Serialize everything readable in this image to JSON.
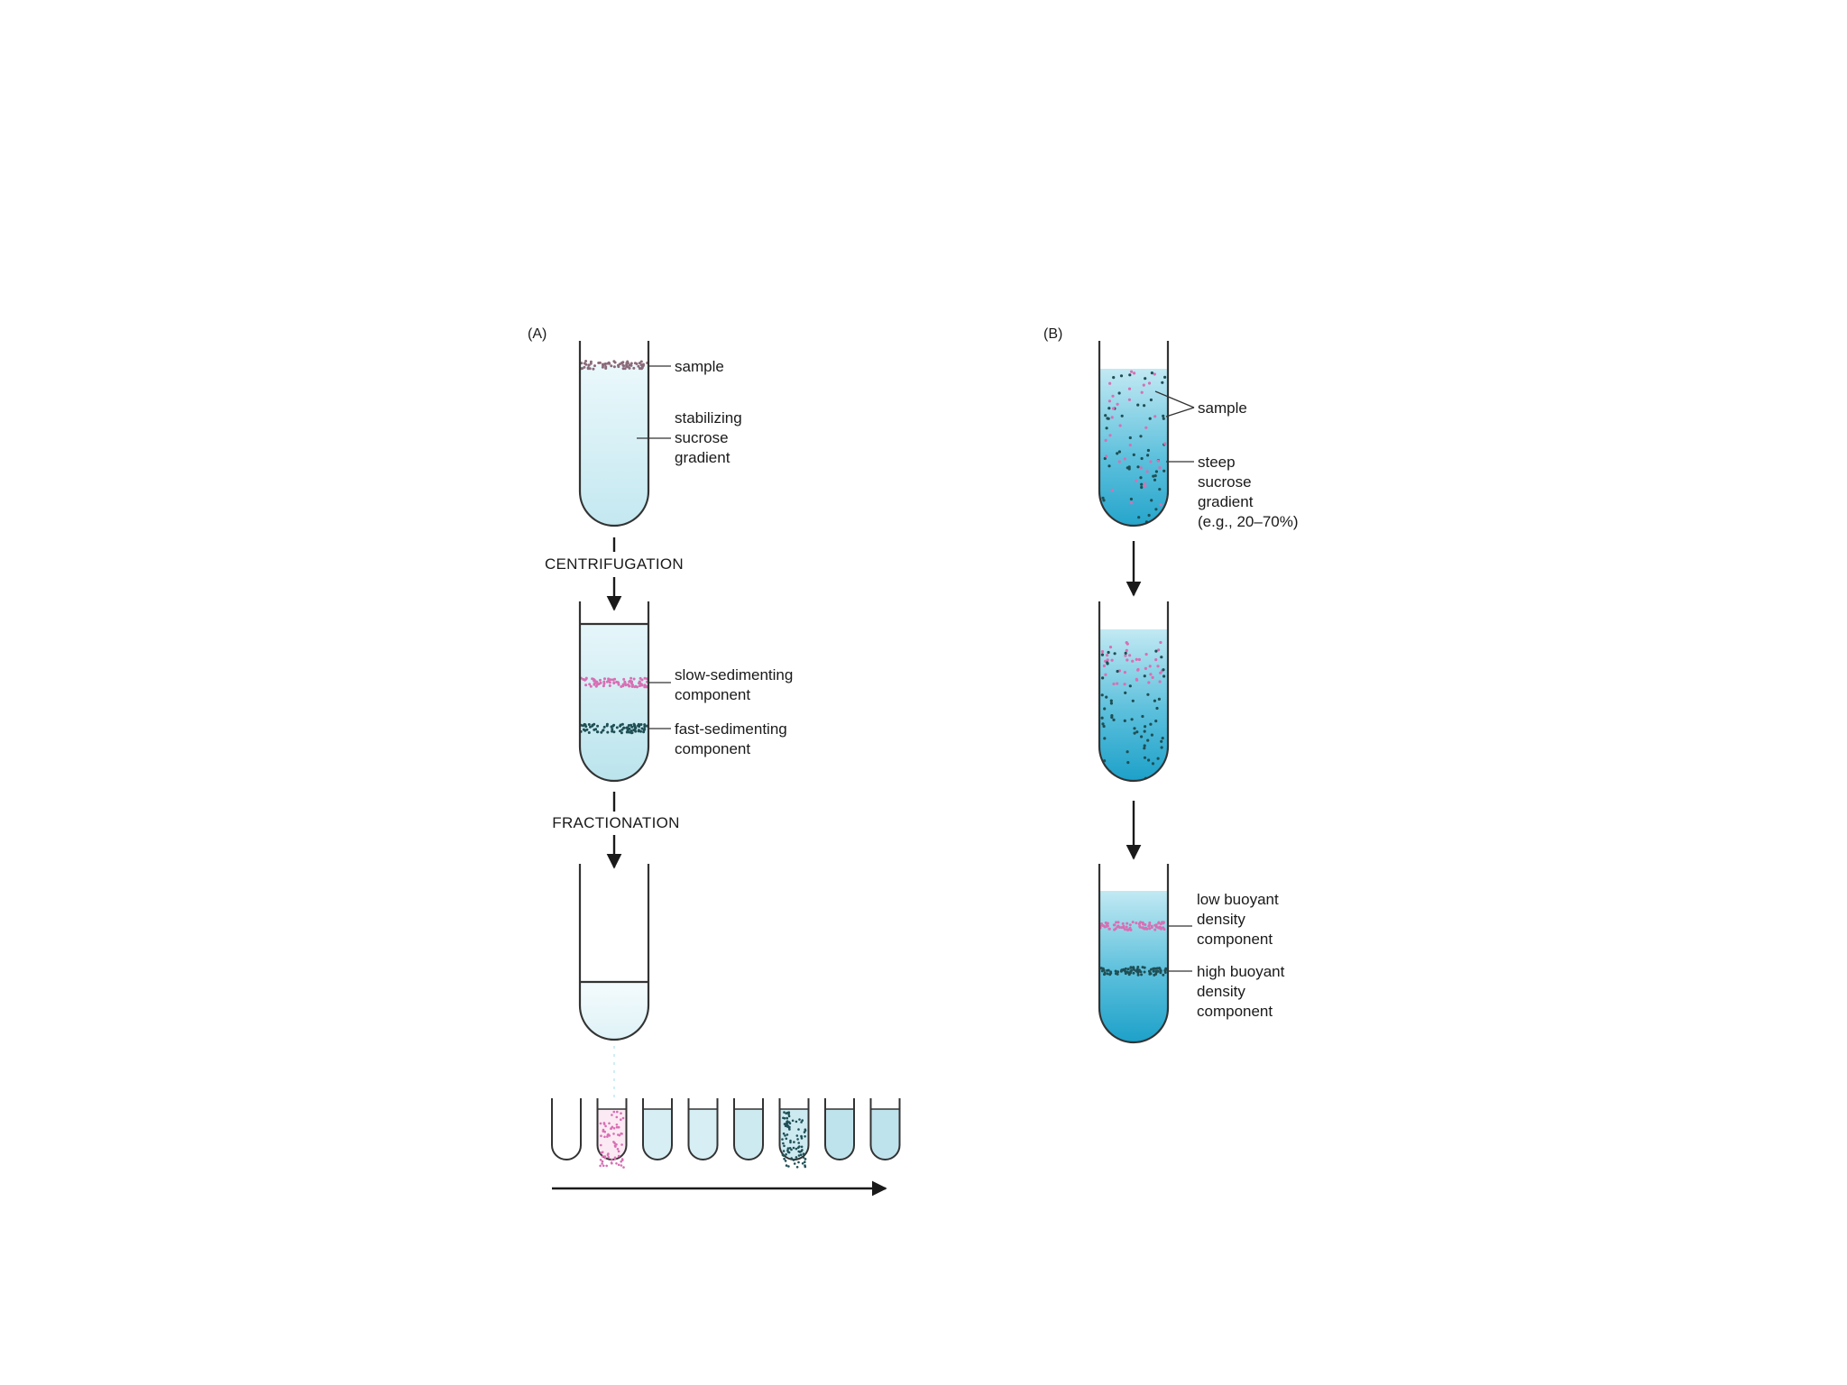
{
  "panel_a": {
    "title": "(A)",
    "labels": {
      "sample": "sample",
      "gradient_1": "stabilizing",
      "gradient_2": "sucrose",
      "gradient_3": "gradient",
      "slow_1": "slow-sedimenting",
      "slow_2": "component",
      "fast_1": "fast-sedimenting",
      "fast_2": "component"
    },
    "steps": {
      "centrifugation": "CENTRIFUGATION",
      "fractionation": "FRACTIONATION"
    }
  },
  "panel_b": {
    "title": "(B)",
    "labels": {
      "sample": "sample",
      "gradient_1": "steep",
      "gradient_2": "sucrose",
      "gradient_3": "gradient",
      "gradient_4": "(e.g., 20–70%)",
      "low_1": "low buoyant",
      "low_2": "density",
      "low_3": "component",
      "high_1": "high buoyant",
      "high_2": "density",
      "high_3": "component"
    }
  },
  "colors": {
    "light_gradient": "#cfeef5",
    "steep_gradient_top": "#bfe8f2",
    "steep_gradient_bottom": "#1aa0c8",
    "slow_band": "#d86fb4",
    "fast_band": "#1f4f55",
    "tube_wall": "#333333"
  }
}
